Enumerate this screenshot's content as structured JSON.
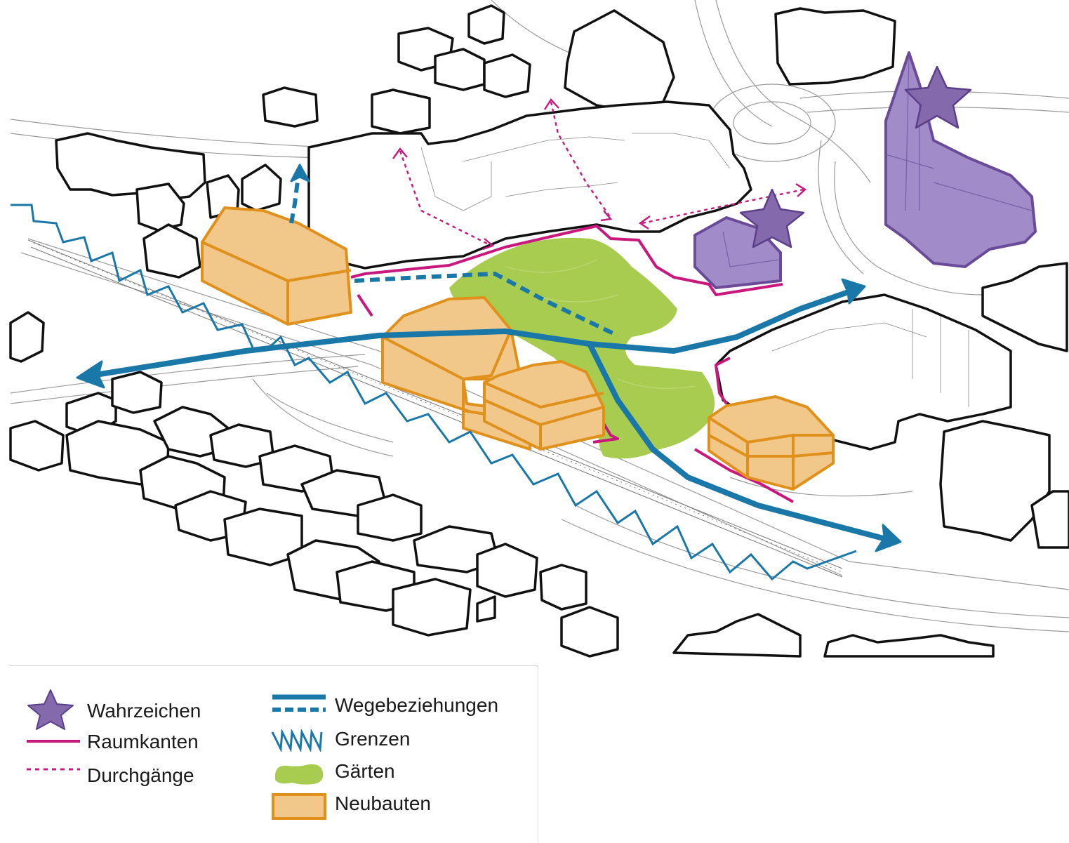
{
  "colors": {
    "landmark": "#8569ad",
    "landmark_stroke": "#6a4b97",
    "edge": "#c8187e",
    "path": "#1a78a8",
    "garden": "#a8cc4f",
    "newbuild_fill": "#f2c78a",
    "newbuild_stroke": "#e0911c",
    "context_stroke": "#111111"
  },
  "legend": {
    "items": [
      {
        "label": "Wahrzeichen",
        "icon": "star-icon"
      },
      {
        "label": "Raumkanten",
        "icon": "solid-magenta-line"
      },
      {
        "label": "Durchgänge",
        "icon": "dashed-magenta-line"
      },
      {
        "label": "Wegebeziehungen",
        "icon": "blue-solid-and-dashed-lines"
      },
      {
        "label": "Grenzen",
        "icon": "blue-zigzag"
      },
      {
        "label": "Gärten",
        "icon": "green-blob"
      },
      {
        "label": "Neubauten",
        "icon": "orange-rectangle"
      }
    ]
  }
}
